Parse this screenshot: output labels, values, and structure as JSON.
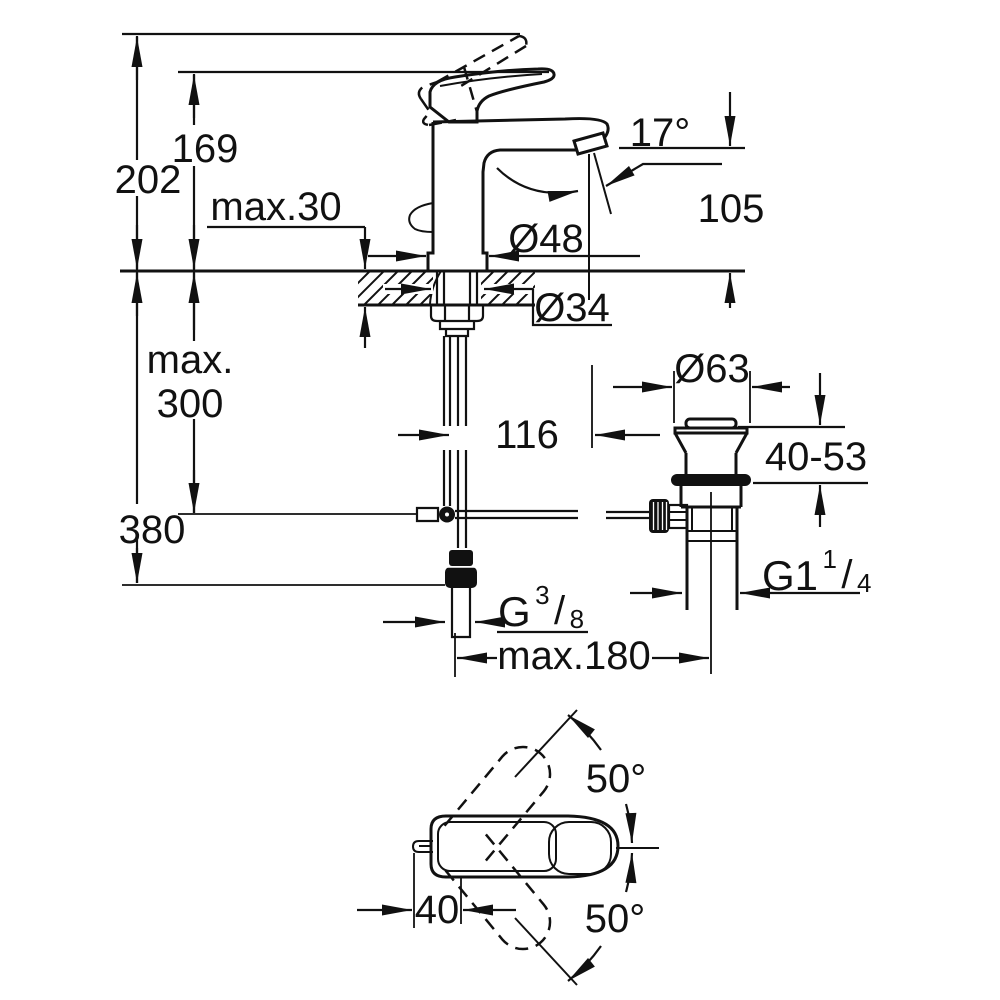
{
  "drawing": {
    "bg_color": "#ffffff",
    "line_color": "#111111",
    "labels": {
      "overall_height": "202",
      "lever_height": "169",
      "max_mounting_thickness": "max.30",
      "spout_angle": "17°",
      "spout_height": "105",
      "base_diameter": "Ø48",
      "shank_diameter": "Ø34",
      "rod_depth_line1": "max.",
      "rod_depth_line2": "300",
      "supply_hose_depth": "380",
      "spout_reach": "116",
      "waste_flange_diameter": "Ø63",
      "waste_mounting_range": "40-53",
      "waste_thread_base": "G1",
      "waste_thread_numerator": "1",
      "waste_thread_slash": "/",
      "waste_thread_denominator": "4",
      "supply_thread_base": "G",
      "supply_thread_numerator": "3",
      "supply_thread_slash": "/",
      "supply_thread_denominator": "8",
      "max_waste_offset": "max.180",
      "handle_swing_upper": "50°",
      "handle_swing_lower": "50°",
      "handle_clearance": "40"
    }
  }
}
